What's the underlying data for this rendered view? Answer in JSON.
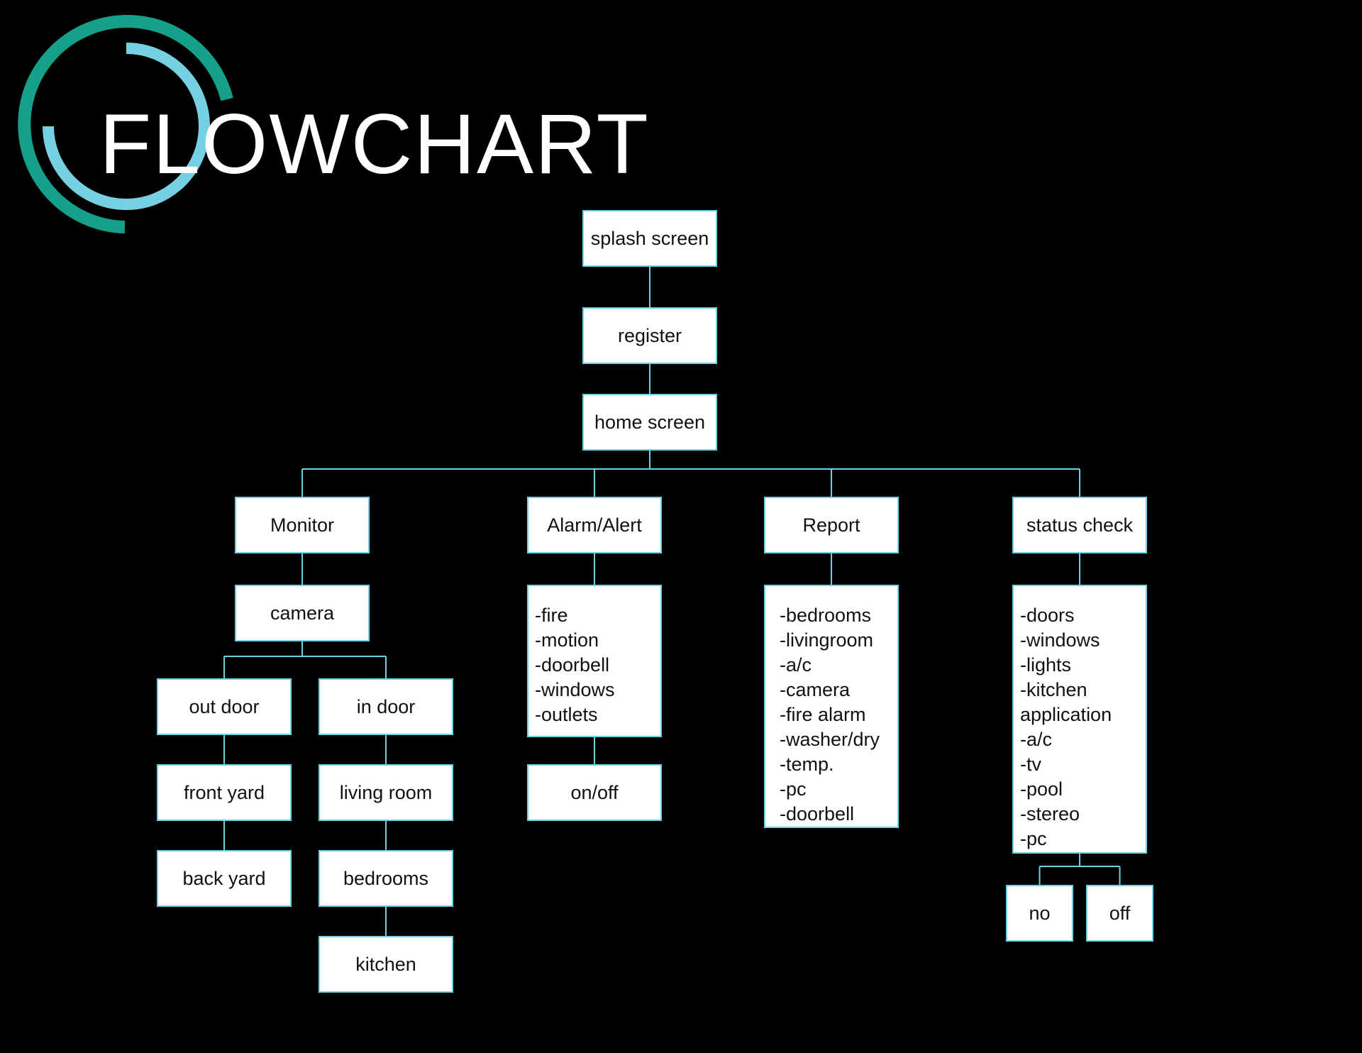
{
  "title": "FLOWCHART",
  "colors": {
    "background": "#000000",
    "box_fill": "#ffffff",
    "box_border": "#6fd0e4",
    "connector": "#6fd0e4",
    "logo_outer_ring": "#15a08a",
    "logo_inner_ring": "#75d0e2",
    "title_text": "#ffffff"
  },
  "nodes": [
    {
      "id": "splash",
      "text": "splash screen"
    },
    {
      "id": "register",
      "text": "register"
    },
    {
      "id": "home",
      "text": "home screen"
    },
    {
      "id": "monitor",
      "text": "Monitor"
    },
    {
      "id": "alarm",
      "text": "Alarm/Alert"
    },
    {
      "id": "report",
      "text": "Report"
    },
    {
      "id": "status",
      "text": "status check"
    },
    {
      "id": "camera",
      "text": "camera"
    },
    {
      "id": "outdoor",
      "text": "out door"
    },
    {
      "id": "indoor",
      "text": "in door"
    },
    {
      "id": "frontyard",
      "text": "front yard"
    },
    {
      "id": "backyard",
      "text": "back yard"
    },
    {
      "id": "livingroom",
      "text": "living room"
    },
    {
      "id": "bedrooms",
      "text": "bedrooms"
    },
    {
      "id": "kitchen",
      "text": "kitchen"
    },
    {
      "id": "alarmlist",
      "lines": [
        "-fire",
        "-motion",
        "-doorbell",
        "-windows",
        "-outlets"
      ]
    },
    {
      "id": "onoff",
      "text": "on/off"
    },
    {
      "id": "reportlist",
      "lines": [
        "-bedrooms",
        "-livingroom",
        "-a/c",
        "-camera",
        "-fire alarm",
        "-washer/dry",
        "-temp.",
        "-pc",
        "-doorbell"
      ]
    },
    {
      "id": "statuslist",
      "lines": [
        "-doors",
        "-windows",
        "-lights",
        "-kitchen",
        "application",
        "-a/c",
        "-tv",
        "-pool",
        "-stereo",
        "-pc"
      ]
    },
    {
      "id": "no",
      "text": "no"
    },
    {
      "id": "off",
      "text": "off"
    }
  ],
  "edges": [
    [
      "splash",
      "register"
    ],
    [
      "register",
      "home"
    ],
    [
      "home",
      "monitor"
    ],
    [
      "home",
      "alarm"
    ],
    [
      "home",
      "report"
    ],
    [
      "home",
      "status"
    ],
    [
      "monitor",
      "camera"
    ],
    [
      "camera",
      "outdoor"
    ],
    [
      "camera",
      "indoor"
    ],
    [
      "outdoor",
      "frontyard"
    ],
    [
      "frontyard",
      "backyard"
    ],
    [
      "indoor",
      "livingroom"
    ],
    [
      "livingroom",
      "bedrooms"
    ],
    [
      "bedrooms",
      "kitchen"
    ],
    [
      "alarm",
      "alarmlist"
    ],
    [
      "alarmlist",
      "onoff"
    ],
    [
      "report",
      "reportlist"
    ],
    [
      "status",
      "statuslist"
    ],
    [
      "statuslist",
      "no"
    ],
    [
      "statuslist",
      "off"
    ]
  ]
}
